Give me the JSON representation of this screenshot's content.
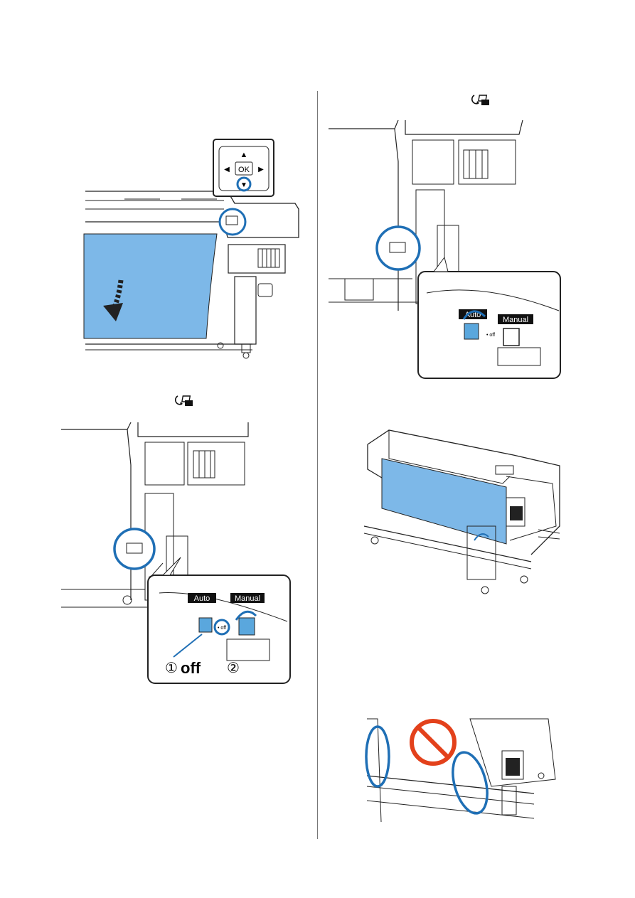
{
  "page": {
    "top_glyph_right": "↻🔒",
    "mid_glyph_left": "↻🔒"
  },
  "figures": {
    "panel": {
      "up": "▲",
      "down": "▼",
      "left": "◀",
      "right": "▶",
      "ok": "OK"
    },
    "switch_fig1": {
      "auto_label": "Auto",
      "manual_label": "Manual",
      "off_label": "• off",
      "callout_1": "①",
      "callout_1_text": "off",
      "callout_2": "②"
    },
    "switch_fig2": {
      "auto_label": "Auto",
      "manual_label": "Manual",
      "off_label": "• off"
    }
  },
  "colors": {
    "media_blue": "#7db8e8",
    "callout_ring": "#1f6fb5",
    "prohibit_red": "#e3411b",
    "switch_blue": "#5aa7dd"
  }
}
